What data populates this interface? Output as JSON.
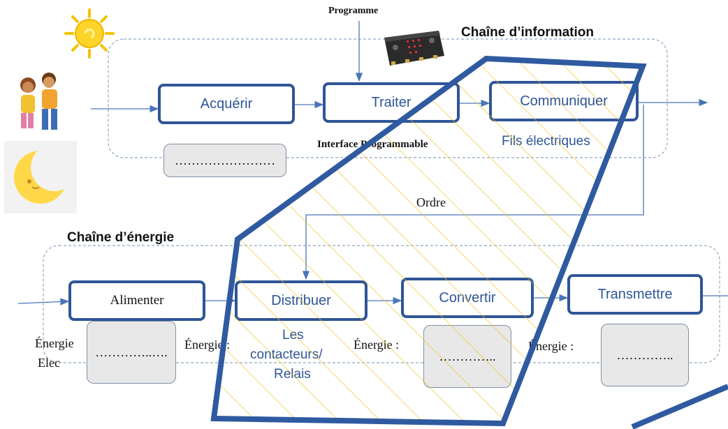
{
  "top_label": "Programme",
  "info_chain": {
    "title": "Chaîne d’information",
    "blocks": [
      "Acquérir",
      "Traiter",
      "Communiquer"
    ],
    "placeholder": "……………………",
    "under_traiter": "Interface Programmable",
    "under_communiquer": "Fils électriques"
  },
  "order_label": "Ordre",
  "energy_chain": {
    "title": "Chaîne d’énergie",
    "blocks": [
      "Alimenter",
      "Distribuer",
      "Convertir",
      "Transmettre"
    ],
    "input_label_line1": "Énergie",
    "input_label_line2": "Elec",
    "energy_label": "Énergie :",
    "placeholder_1": "…………..….",
    "placeholder_2": "…………..",
    "placeholder_3": "…………..",
    "distribuer_desc_1": "Les",
    "distribuer_desc_2": "contacteurs/",
    "distribuer_desc_3": "Relais"
  },
  "colors": {
    "block_border": "#2f5597",
    "arrow": "#4a76b8",
    "dashed": "#8fa7c4",
    "hatch": "#f2c21b",
    "overlay": "#2f5aa0"
  },
  "icons": [
    "sun-icon",
    "children-icon",
    "moon-icon",
    "microbit-board-icon"
  ]
}
